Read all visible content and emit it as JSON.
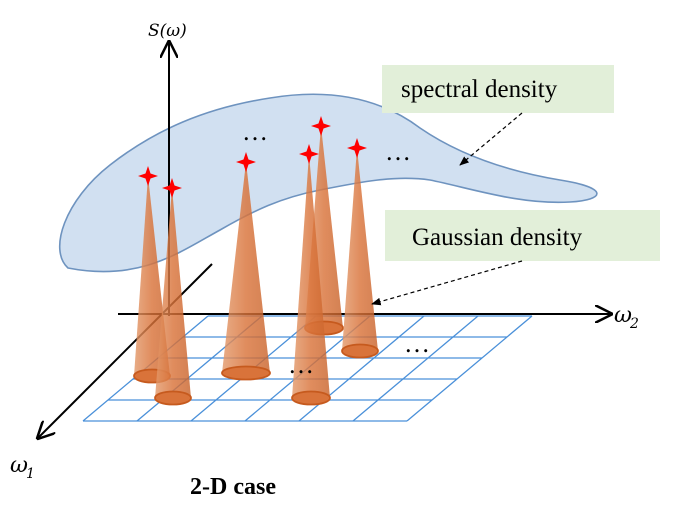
{
  "labels": {
    "s_axis": "S(ω)",
    "w1_axis": "ω",
    "w1_sub": "1",
    "w2_axis": "ω",
    "w2_sub": "2",
    "spectral": "spectral density",
    "gaussian": "Gaussian density",
    "caption": "2-D case",
    "ellipsis": "…"
  },
  "colors": {
    "spectral_fill": "#c9dbef",
    "spectral_stroke": "#6e93bf",
    "label_bg": "#e2efd9",
    "cone_fill": "#d9733a",
    "cone_rim": "#c65a1e",
    "grid": "#4a90d9",
    "star": "#ff0000"
  }
}
